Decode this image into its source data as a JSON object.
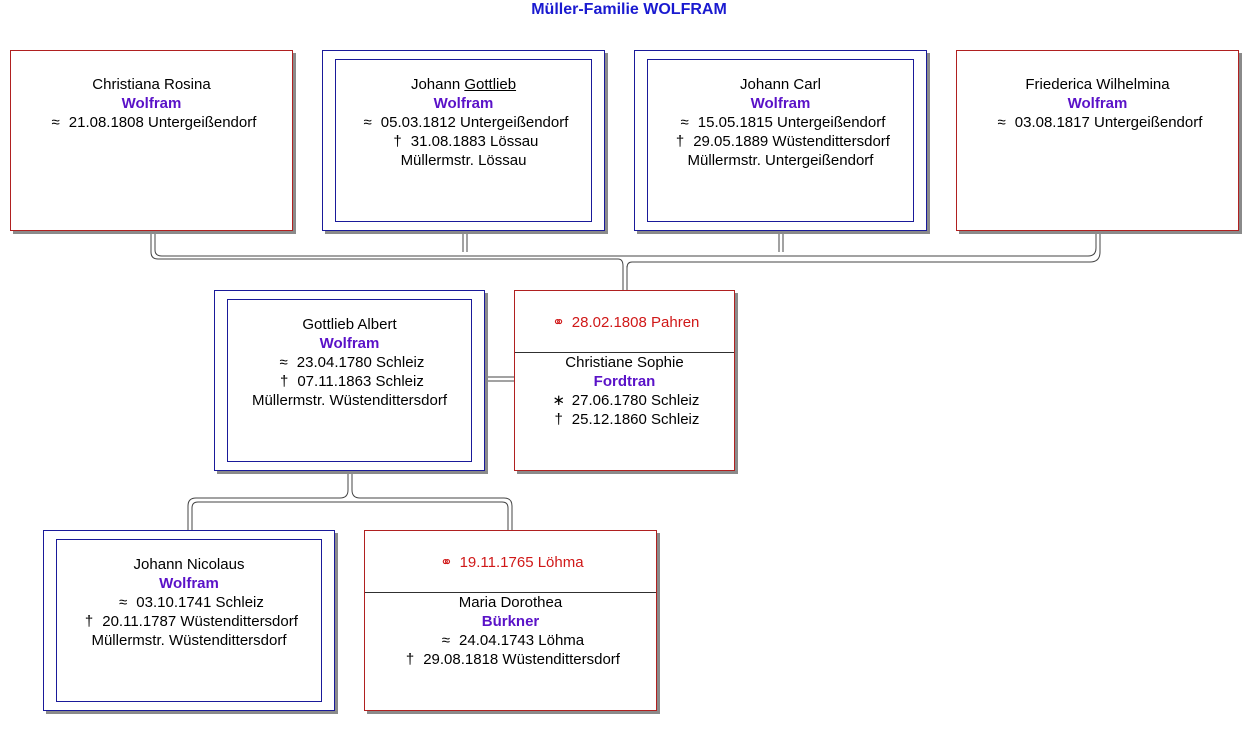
{
  "title": "Müller-Familie WOLFRAM",
  "symbols": {
    "baptism": "≈",
    "death": "†",
    "birth": "∗",
    "marriage": "⚭"
  },
  "siblings": [
    {
      "given": "Christiana Rosina",
      "surname": "Wolfram",
      "baptism": "21.08.1808 Untergeißendorf"
    },
    {
      "given_prefix": "Johann ",
      "given_underlined": "Gottlieb",
      "surname": "Wolfram",
      "baptism": "05.03.1812 Untergeißendorf",
      "death": "31.08.1883 Lössau",
      "occupation": "Müllermstr. Lössau"
    },
    {
      "given": "Johann Carl",
      "surname": "Wolfram",
      "baptism": "15.05.1815 Untergeißendorf",
      "death": "29.05.1889 Wüstendittersdorf",
      "occupation": "Müllermstr. Untergeißendorf"
    },
    {
      "given": "Friederica Wilhelmina",
      "surname": "Wolfram",
      "baptism": "03.08.1817 Untergeißendorf"
    }
  ],
  "father": {
    "given": "Gottlieb Albert",
    "surname": "Wolfram",
    "baptism": "23.04.1780 Schleiz",
    "death": "07.11.1863 Schleiz",
    "occupation": "Müllermstr. Wüstendittersdorf"
  },
  "mother": {
    "marriage": "28.02.1808 Pahren",
    "given": "Christiane Sophie",
    "surname": "Fordtran",
    "birth": "27.06.1780 Schleiz",
    "death": "25.12.1860 Schleiz"
  },
  "grandfather": {
    "given": "Johann Nicolaus",
    "surname": "Wolfram",
    "baptism": "03.10.1741 Schleiz",
    "death": "20.11.1787 Wüstendittersdorf",
    "occupation": "Müllermstr. Wüstendittersdorf"
  },
  "grandmother": {
    "marriage": "19.11.1765 Löhma",
    "given": "Maria Dorothea",
    "surname": "Bürkner",
    "baptism": "24.04.1743 Löhma",
    "death": "29.08.1818 Wüstendittersdorf"
  }
}
